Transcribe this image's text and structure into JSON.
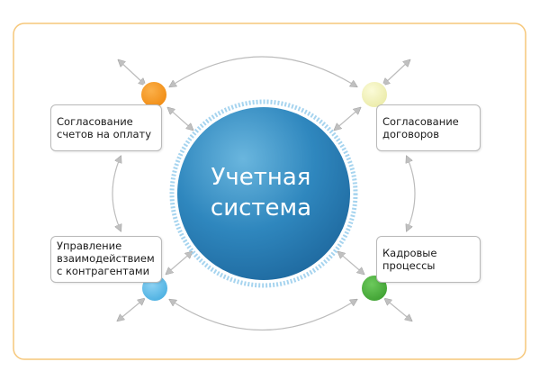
{
  "diagram": {
    "center_label": "Учетная\nсистема",
    "nodes": [
      {
        "id": "invoices",
        "label": "Согласование\nсчетов на оплату",
        "color": "#f7931e"
      },
      {
        "id": "contracts",
        "label": "Согласование\nдоговоров",
        "color": "#f0f0b4"
      },
      {
        "id": "partners",
        "label": "Управление\nвзаимодействием\nс контрагентами",
        "color": "#5bbbe8"
      },
      {
        "id": "hr",
        "label": "Кадровые\nпроцессы",
        "color": "#4caf3f"
      }
    ],
    "colors": {
      "frame": "#f6c77a",
      "center_fill_dark": "#2373a8",
      "center_fill_light": "#64aed6",
      "center_ring": "#a6d4ef",
      "connector": "#b4b4b4",
      "arrow_fill": "#bcbcbc"
    }
  }
}
